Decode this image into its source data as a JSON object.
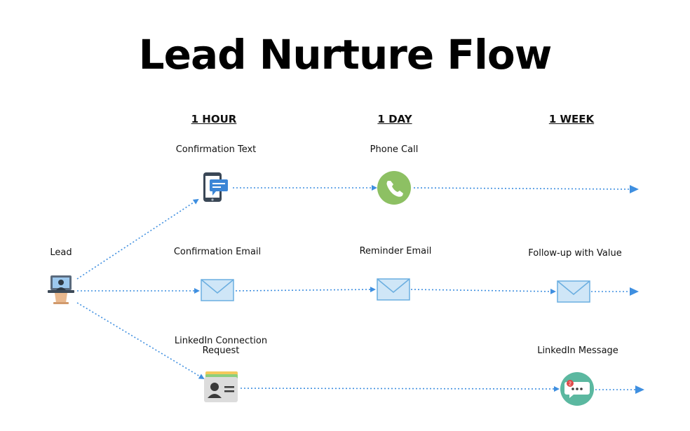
{
  "title": "Lead Nurture Flow",
  "columns": [
    "1 HOUR",
    "1 DAY",
    "1 WEEK"
  ],
  "lead_label": "Lead",
  "nodes": {
    "confirmation_text": "Confirmation Text",
    "phone_call": "Phone Call",
    "confirmation_email": "Confirmation Email",
    "reminder_email": "Reminder Email",
    "follow_up_value": "Follow-up with Value",
    "linkedin_connection": "LinkedIn Connection Request",
    "linkedin_message": "LinkedIn Message"
  },
  "badge_count": "2",
  "colors": {
    "arrow": "#3f8fe0",
    "phone_green": "#8dc063",
    "message_teal": "#5bb8a0",
    "envelope_fill": "#cfe6f7",
    "envelope_stroke": "#6aaee0"
  },
  "icons": [
    "laptop-person-icon",
    "smartphone-chat-icon",
    "phone-icon",
    "envelope-icon",
    "contact-card-icon",
    "chat-bubble-icon"
  ]
}
